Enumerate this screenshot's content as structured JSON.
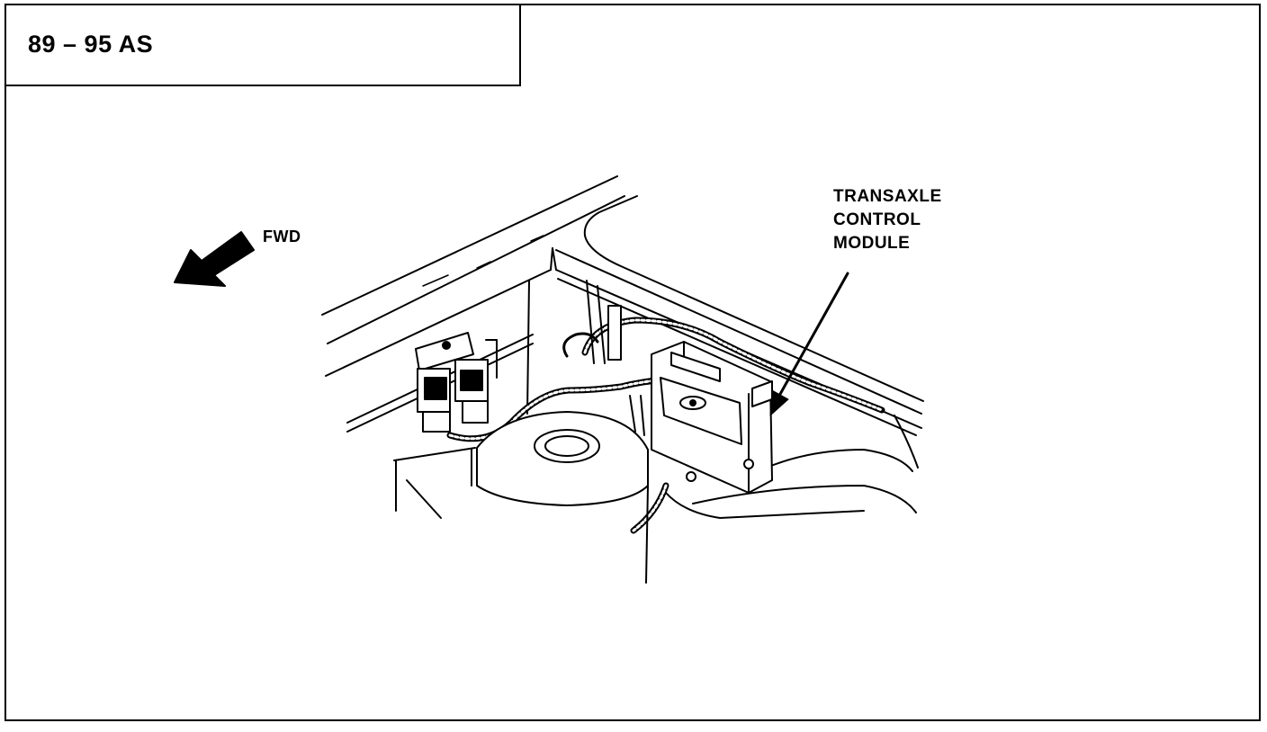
{
  "header": {
    "title": "89 – 95 AS"
  },
  "labels": {
    "fwd": "FWD",
    "tcm": [
      "TRANSAXLE",
      "CONTROL",
      "MODULE"
    ]
  },
  "colors": {
    "ink": "#000000",
    "paper": "#ffffff"
  },
  "icons": {
    "direction_arrow": "arrow-down-left-icon"
  }
}
